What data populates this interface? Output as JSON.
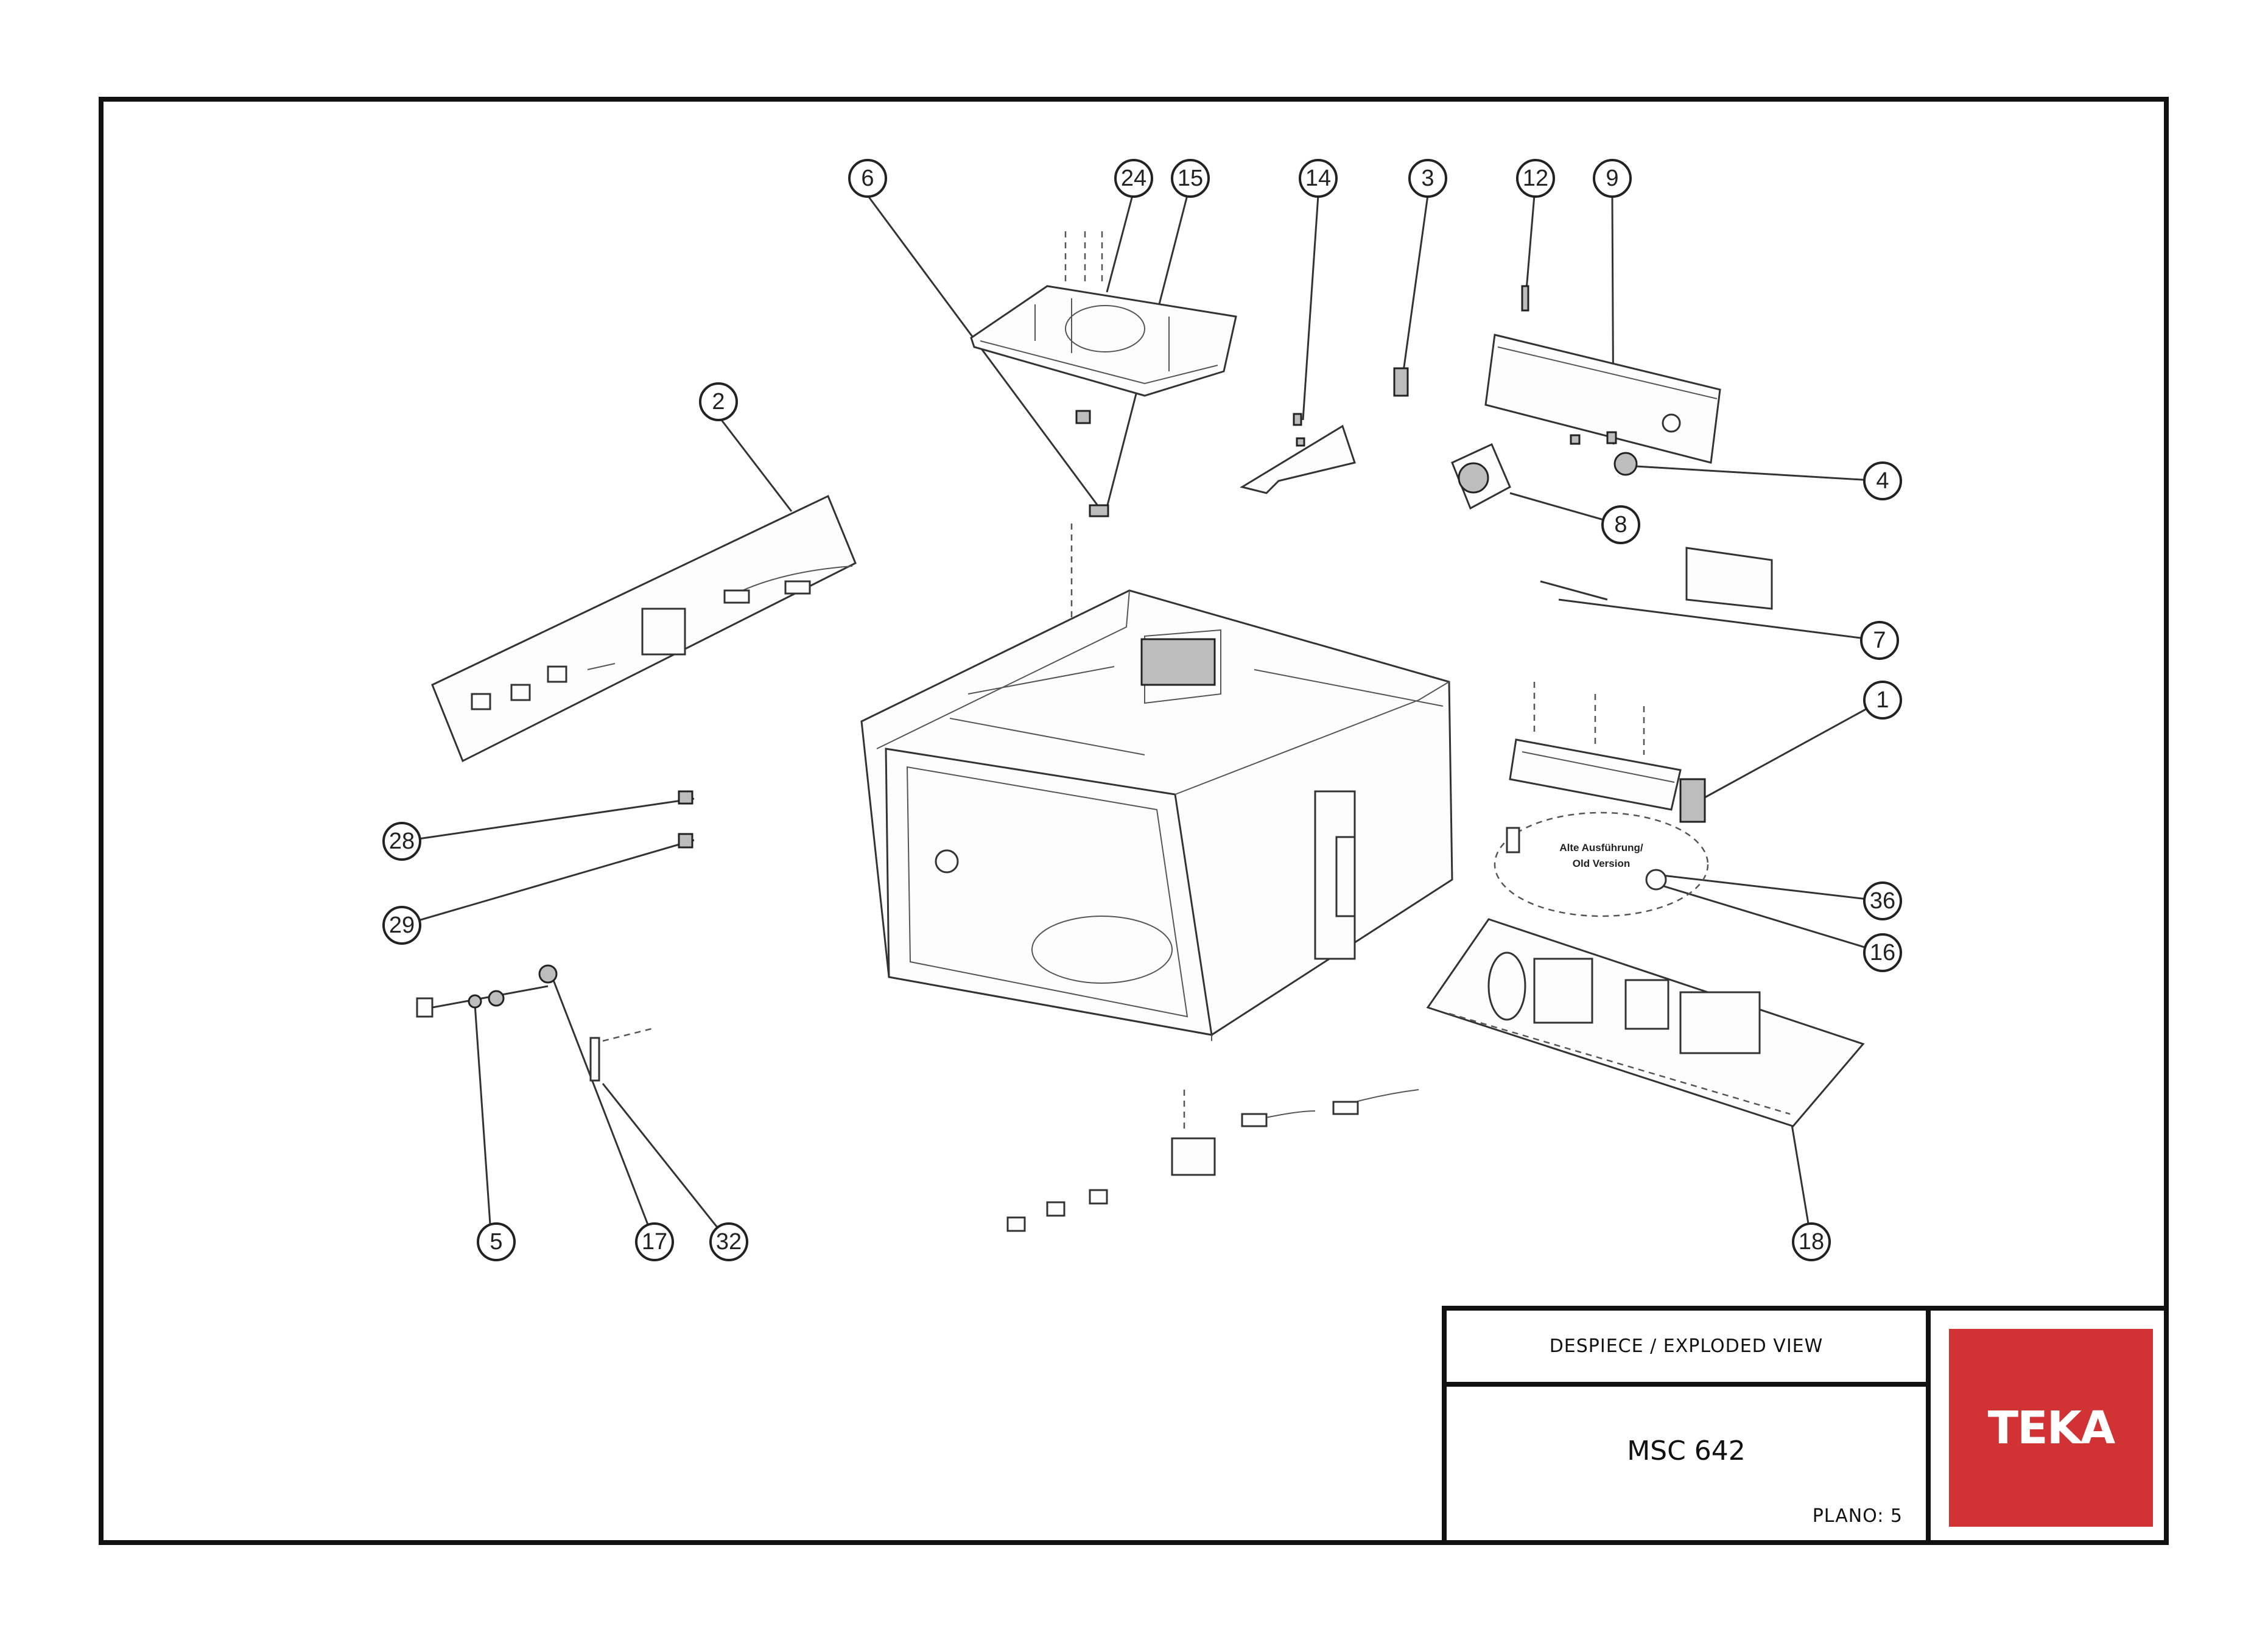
{
  "title_block": {
    "view_title": "DESPIECE / EXPLODED VIEW",
    "model": "MSC 642",
    "plano": "PLANO: 5",
    "brand": "TEKA",
    "brand_color": "#d13234"
  },
  "note": {
    "line1": "Alte Ausführung/",
    "line2": "Old Version"
  },
  "callouts": [
    "6",
    "24",
    "15",
    "14",
    "3",
    "12",
    "9",
    "2",
    "4",
    "8",
    "7",
    "1",
    "28",
    "29",
    "36",
    "16",
    "5",
    "17",
    "32",
    "18"
  ]
}
